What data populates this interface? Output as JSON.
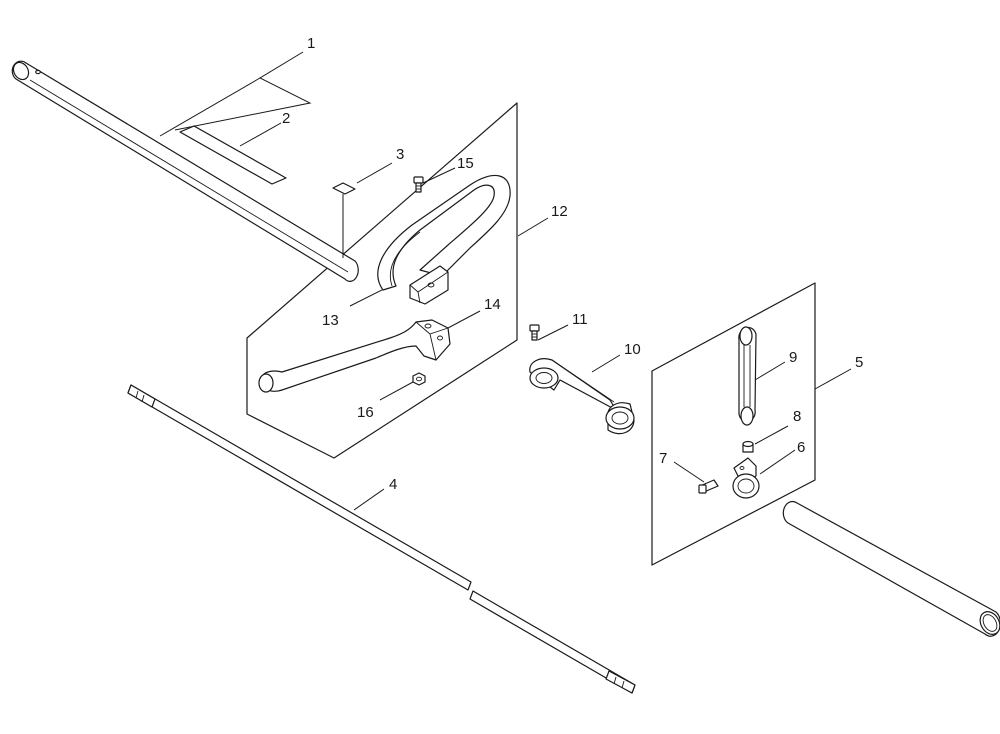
{
  "callouts": [
    {
      "id": "1",
      "label": "1"
    },
    {
      "id": "2",
      "label": "2"
    },
    {
      "id": "3",
      "label": "3"
    },
    {
      "id": "4",
      "label": "4"
    },
    {
      "id": "5",
      "label": "5"
    },
    {
      "id": "6",
      "label": "6"
    },
    {
      "id": "7",
      "label": "7"
    },
    {
      "id": "8",
      "label": "8"
    },
    {
      "id": "9",
      "label": "9"
    },
    {
      "id": "10",
      "label": "10"
    },
    {
      "id": "11",
      "label": "11"
    },
    {
      "id": "12",
      "label": "12"
    },
    {
      "id": "13",
      "label": "13"
    },
    {
      "id": "14",
      "label": "14"
    },
    {
      "id": "15",
      "label": "15"
    },
    {
      "id": "16",
      "label": "16"
    }
  ],
  "colors": {
    "line": "#1a1a1a",
    "background": "#ffffff"
  }
}
